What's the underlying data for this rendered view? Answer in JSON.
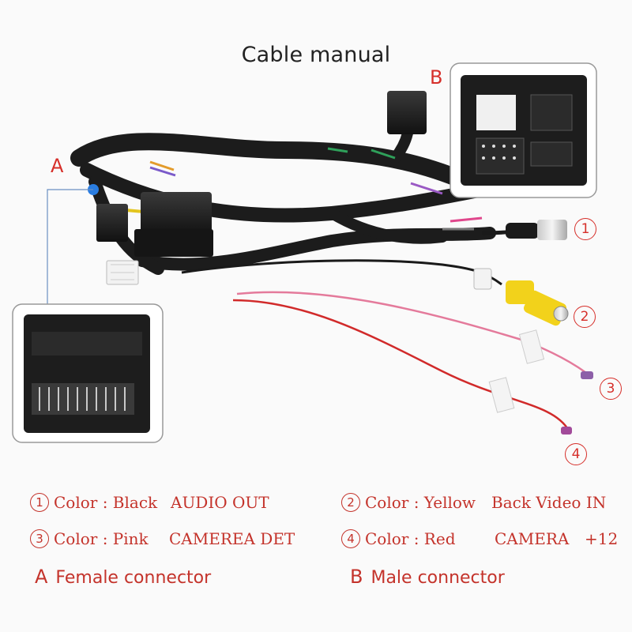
{
  "title": "Cable manual",
  "callouts": {
    "a": "A",
    "b": "B"
  },
  "markers": [
    "1",
    "2",
    "3",
    "4"
  ],
  "legend": [
    {
      "num": "1",
      "color": "Color : Black",
      "function": "AUDIO OUT"
    },
    {
      "num": "2",
      "color": "Color : Yellow",
      "function": "Back Video IN"
    },
    {
      "num": "3",
      "color": "Color : Pink",
      "function": "CAMEREA DET"
    },
    {
      "num": "4",
      "color": "Color : Red",
      "function": "CAMERA",
      "extra": "+12"
    }
  ],
  "connectors": [
    {
      "letter": "A",
      "label": "Female connector"
    },
    {
      "letter": "B",
      "label": "Male connector"
    }
  ],
  "colors": {
    "accent": "#d62f2a",
    "cable": "#1c1c1c",
    "pink_wire": "#e47a9b",
    "red_wire": "#d12a2a",
    "yellow_rca": "#f2d21b"
  }
}
